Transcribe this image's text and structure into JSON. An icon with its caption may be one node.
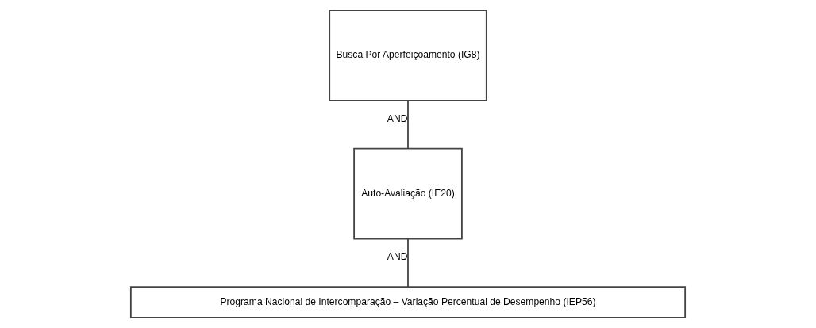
{
  "diagram": {
    "nodes": [
      {
        "text": [
          "Busca Por Aperfeiçoamento (IG8)"
        ]
      },
      {
        "text": [
          "Auto-Avaliação (IE20)"
        ]
      },
      {
        "text": [
          "Programa Nacional de Intercomparação – Variação Percentual de Desempenho (IEP56)"
        ]
      }
    ],
    "edges": [
      {
        "from": 0,
        "to": 1,
        "arrow": "none",
        "label": "AND"
      },
      {
        "from": 1,
        "to": 2,
        "arrow": "none",
        "label": "AND"
      }
    ]
  }
}
